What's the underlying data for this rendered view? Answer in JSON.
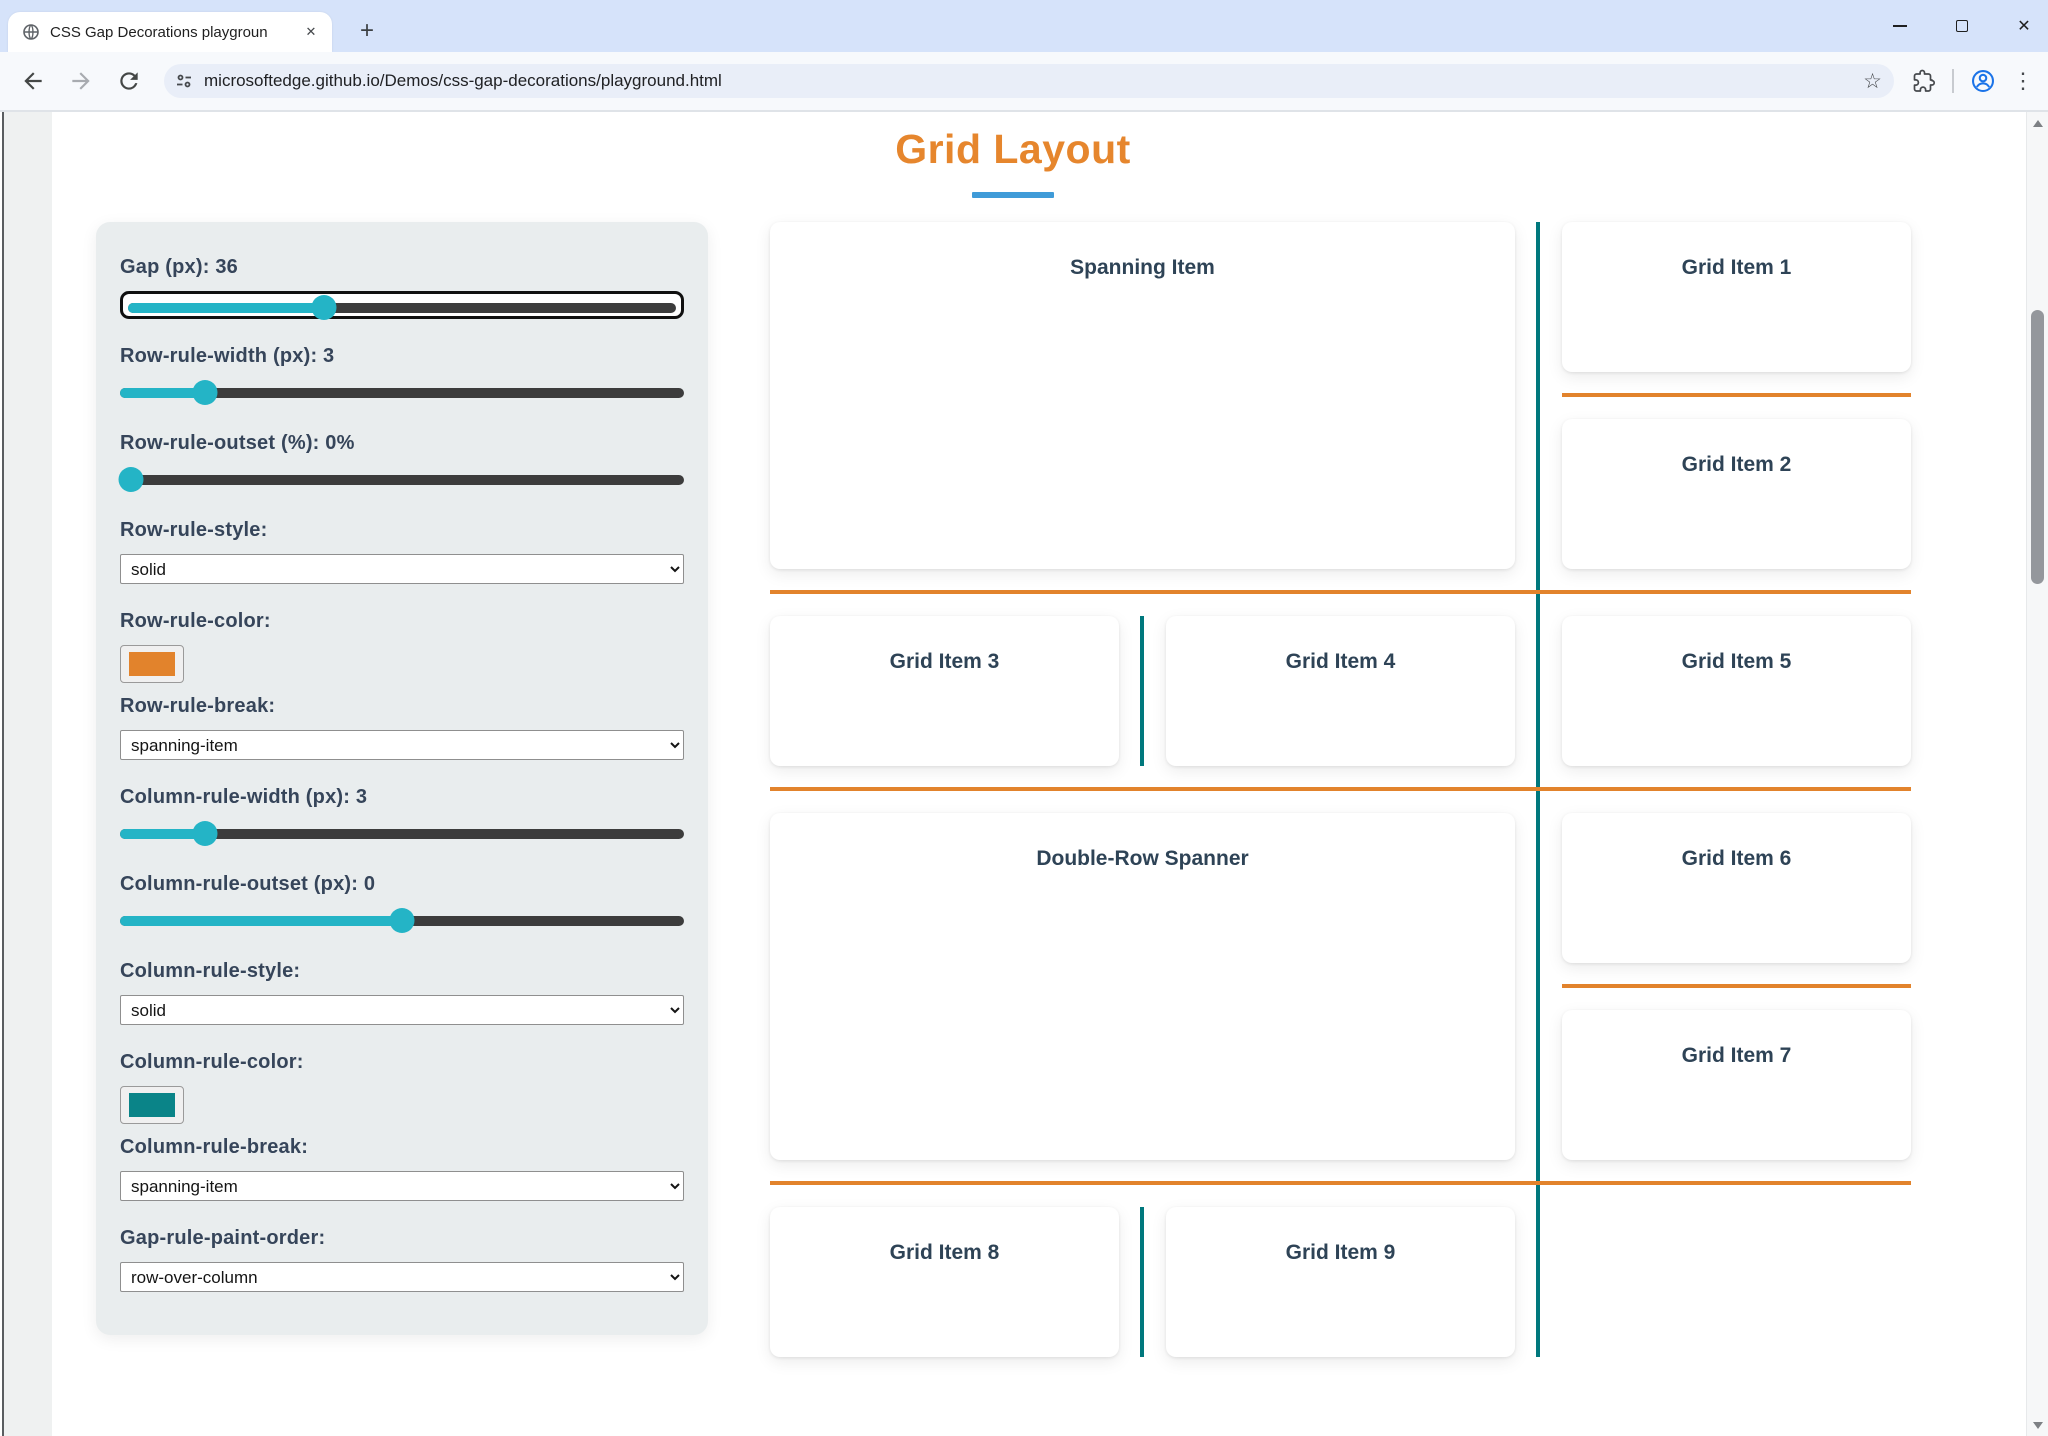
{
  "browser": {
    "tab_title": "CSS Gap Decorations playgroun",
    "url": "microsoftedge.github.io/Demos/css-gap-decorations/playground.html",
    "icons": {
      "new_tab": "+",
      "tab_close": "✕",
      "window_close": "✕",
      "bookmark_star": "☆",
      "menu_kebab": "⋮"
    }
  },
  "page": {
    "title": "Grid Layout",
    "colors": {
      "title_orange": "#E6862D",
      "underline_blue": "#3F9BD8",
      "row_rule_orange": "#E2832C",
      "column_rule_teal": "#00787D",
      "slider_teal": "#24B4C6",
      "panel_bg": "#E9EDEE",
      "card_text": "#2E4356"
    }
  },
  "sidebar": {
    "controls": [
      {
        "type": "slider",
        "label": "Gap (px): 36",
        "value": 36,
        "percent": 36,
        "focused": true
      },
      {
        "type": "slider",
        "label": "Row-rule-width (px): 3",
        "value": 3,
        "percent": 15
      },
      {
        "type": "slider",
        "label": "Row-rule-outset (%): 0%",
        "value": 0,
        "percent": 2
      },
      {
        "type": "select",
        "label": "Row-rule-style:",
        "value": "solid"
      },
      {
        "type": "color",
        "label": "Row-rule-color:",
        "value": "#E2832C"
      },
      {
        "type": "select",
        "label": "Row-rule-break:",
        "value": "spanning-item"
      },
      {
        "type": "slider",
        "label": "Column-rule-width (px): 3",
        "value": 3,
        "percent": 15
      },
      {
        "type": "slider",
        "label": "Column-rule-outset (px): 0",
        "value": 0,
        "percent": 50
      },
      {
        "type": "select",
        "label": "Column-rule-style:",
        "value": "solid"
      },
      {
        "type": "color",
        "label": "Column-rule-color:",
        "value": "#0A8488"
      },
      {
        "type": "select",
        "label": "Column-rule-break:",
        "value": "spanning-item"
      },
      {
        "type": "select",
        "label": "Gap-rule-paint-order:",
        "value": "row-over-column"
      }
    ]
  },
  "grid": {
    "items": [
      {
        "label": "Spanning Item"
      },
      {
        "label": "Grid Item 1"
      },
      {
        "label": "Grid Item 2"
      },
      {
        "label": "Grid Item 3"
      },
      {
        "label": "Grid Item 4"
      },
      {
        "label": "Grid Item 5"
      },
      {
        "label": "Double-Row Spanner"
      },
      {
        "label": "Grid Item 6"
      },
      {
        "label": "Grid Item 7"
      },
      {
        "label": "Grid Item 8"
      },
      {
        "label": "Grid Item 9"
      }
    ]
  }
}
